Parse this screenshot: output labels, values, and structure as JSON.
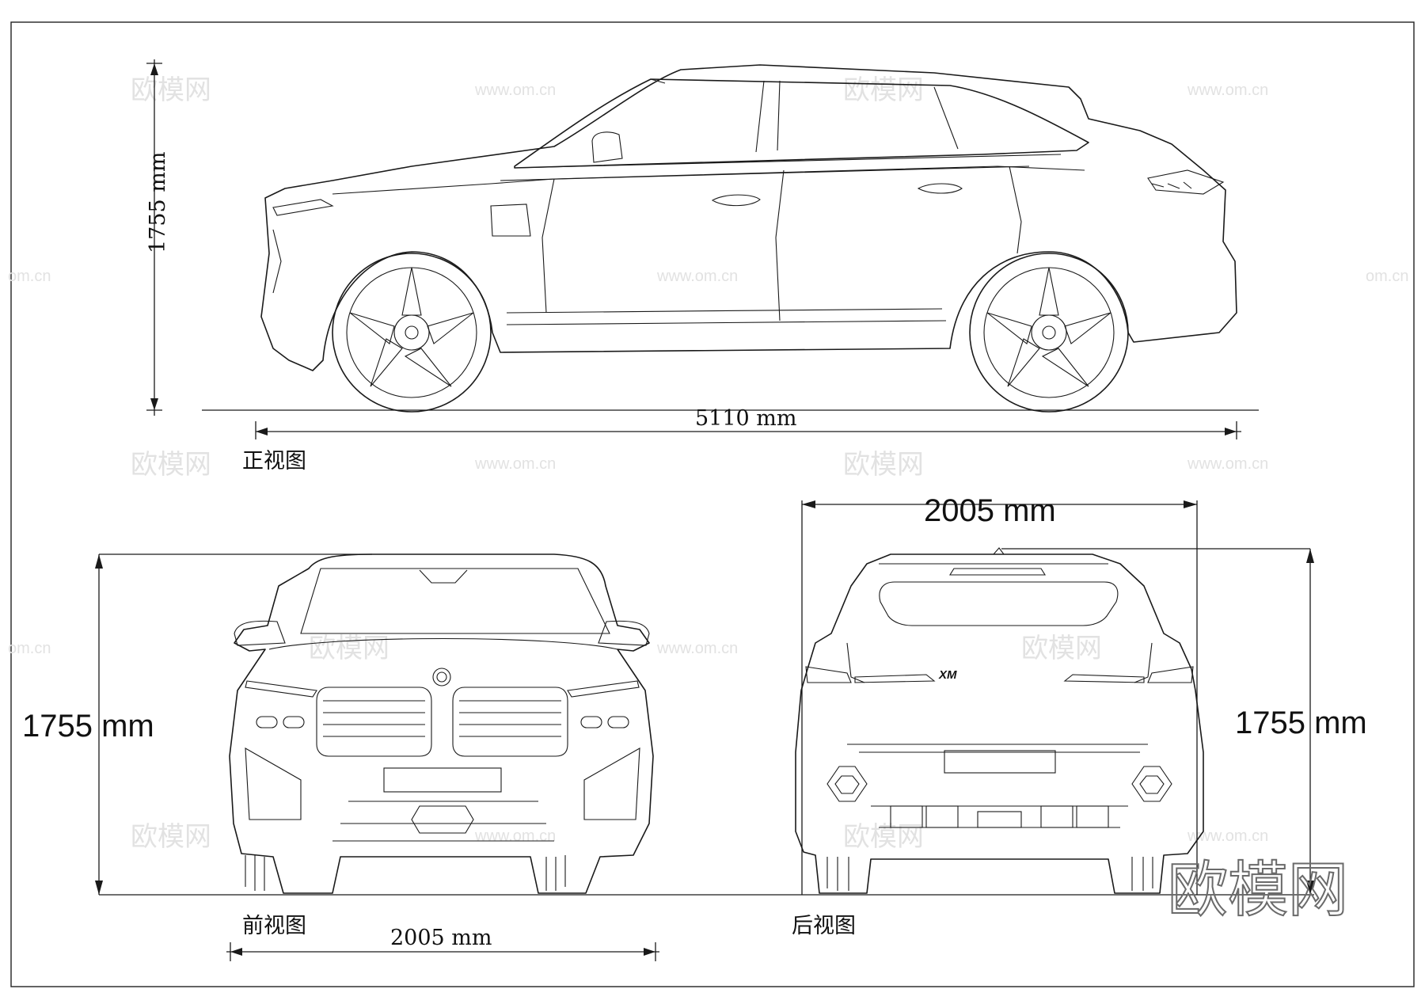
{
  "side_view": {
    "caption": "正视图",
    "height_label": "1755 mm",
    "length_label": "5110 mm"
  },
  "front_view": {
    "caption": "前视图",
    "height_label": "1755 mm",
    "width_label": "2005 mm"
  },
  "rear_view": {
    "caption": "后视图",
    "height_label": "1755 mm",
    "width_label": "2005 mm",
    "badge": "XM"
  },
  "watermark": {
    "brand": "欧模网",
    "url": "www.om.cn",
    "url_partial": "om.cn"
  },
  "colors": {
    "line": "#1a1a1a",
    "watermark": "#e2e2e2"
  }
}
